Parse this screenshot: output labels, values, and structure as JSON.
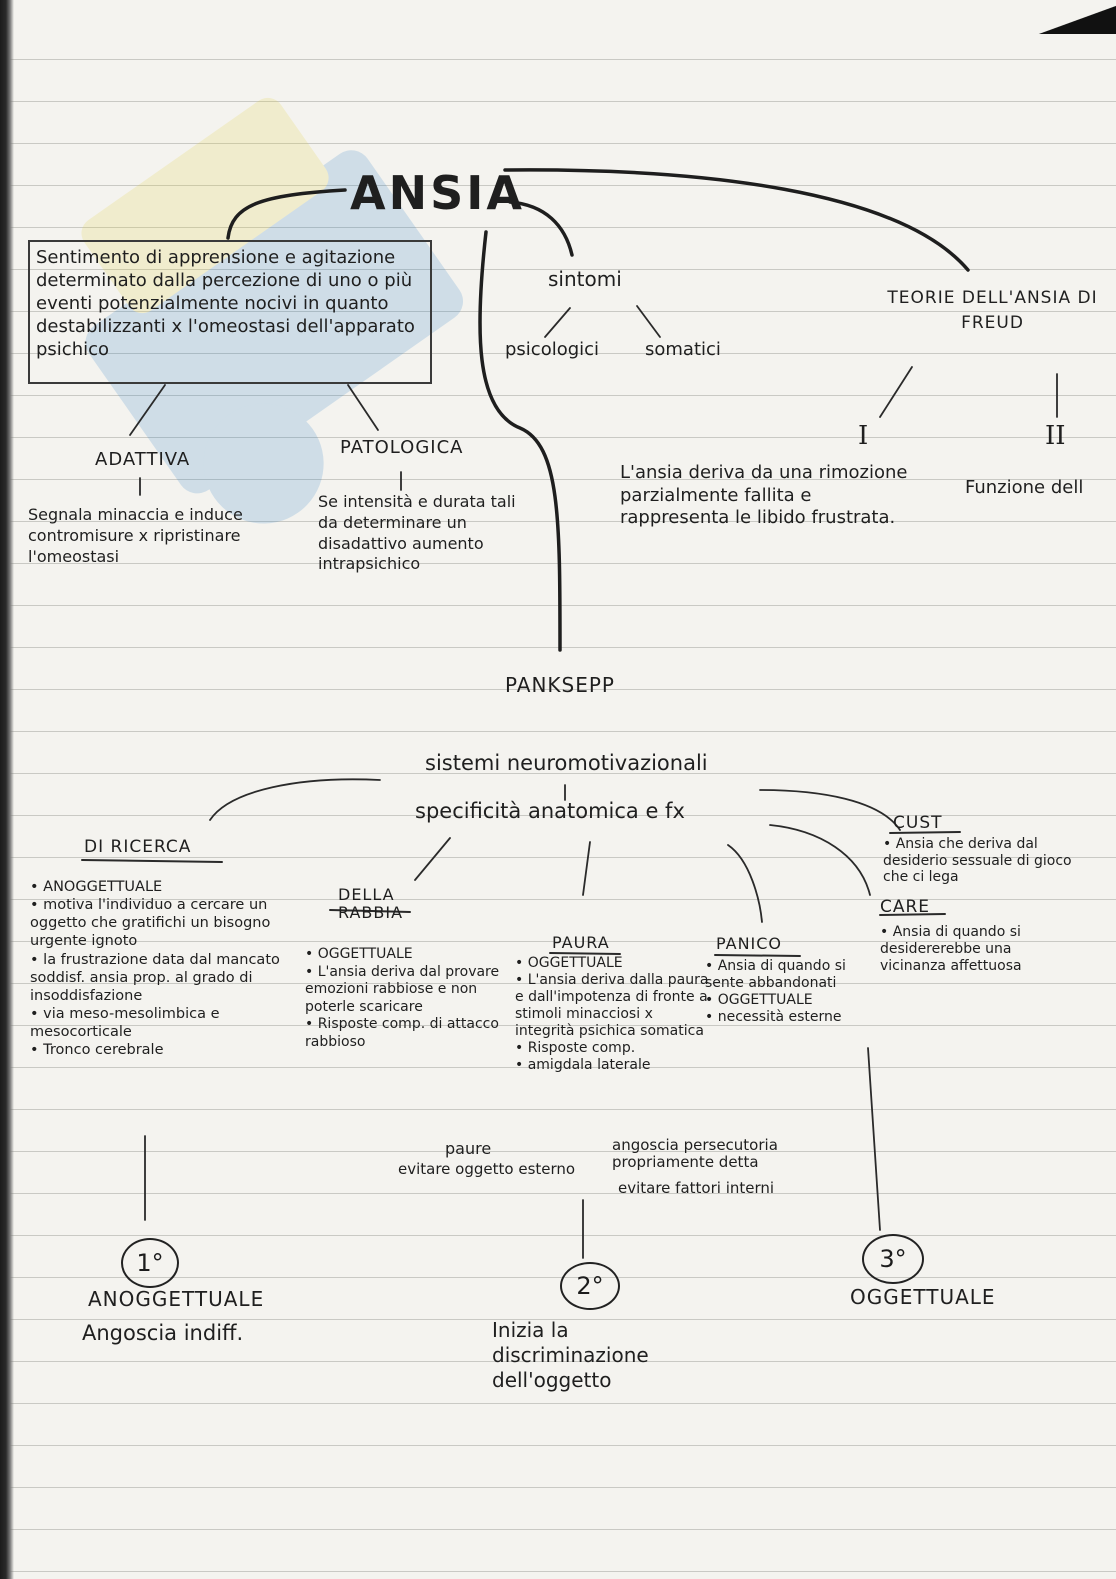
{
  "title": "ANSIA",
  "definition": "Sentimento di apprensione e agitazione determinato dalla percezione di uno o più eventi potenzialmente nocivi in quanto destabilizzanti x l'omeostasi dell'apparato psichico",
  "branches": {
    "adattiva": {
      "label": "ADATTIVA",
      "text": "Segnala minaccia e induce contromisure x ripristinare l'omeostasi"
    },
    "patologica": {
      "label": "PATOLOGICA",
      "text": "Se intensità e durata tali da determinare un disadattivo aumento intrapsichico"
    }
  },
  "sintomi": {
    "label": "sintomi",
    "psicologici": "psicologici",
    "somatici": "somatici"
  },
  "teorie": {
    "label": "TEORIE DELL'ANSIA DI FREUD",
    "one": "I",
    "one_text": "L'ansia deriva da una rimozione parzialmente fallita e rappresenta le libido frustrata.",
    "two": "II",
    "two_text": "Funzione dell"
  },
  "panksepp": {
    "name": "PANKSEPP",
    "systems": "sistemi neuromotivazionali",
    "specificity": "specificità anatomica e fx",
    "ricerca": {
      "title": "DI RICERCA",
      "text": "• ANOGGETTUALE\n• motiva l'individuo a cercare un oggetto che gratifichi un bisogno urgente ignoto\n• la frustrazione data dal mancato soddisf. ansia prop. al grado di insoddisfazione\n• via meso-mesolimbica e mesocorticale\n• Tronco cerebrale"
    },
    "rabbia": {
      "title": "DELLA RABBIA",
      "text": "• OGGETTUALE\n• L'ansia deriva dal provare emozioni rabbiose e non poterle scaricare\n• Risposte comp. di attacco rabbioso"
    },
    "paura": {
      "title": "PAURA",
      "text": "• OGGETTUALE\n• L'ansia deriva dalla paura e dall'impotenza di fronte a stimoli minacciosi x integrità psichica somatica\n• Risposte comp.\n• amigdala laterale",
      "paure": "paure",
      "paure_text": "evitare oggetto esterno",
      "angoscia": "angoscia persecutoria propriamente detta",
      "angoscia_text": "evitare fattori interni"
    },
    "panico": {
      "title": "PANICO",
      "text": "• Ansia di quando si sente abbandonati\n• OGGETTUALE\n• necessità esterne"
    },
    "cust": {
      "title": "CUST",
      "text": "• Ansia che deriva dal desiderio sessuale di gioco che ci lega",
      "care_title": "CARE",
      "care_text": "• Ansia di quando si desidererebbe una vicinanza affettuosa"
    }
  },
  "stages": [
    {
      "num": "1°",
      "label": "ANOGGETTUALE",
      "sub": "Angoscia indiff."
    },
    {
      "num": "2°",
      "label": "",
      "sub": "Inizia la discriminazione dell'oggetto"
    },
    {
      "num": "3°",
      "label": "OGGETTUALE",
      "sub": ""
    }
  ]
}
